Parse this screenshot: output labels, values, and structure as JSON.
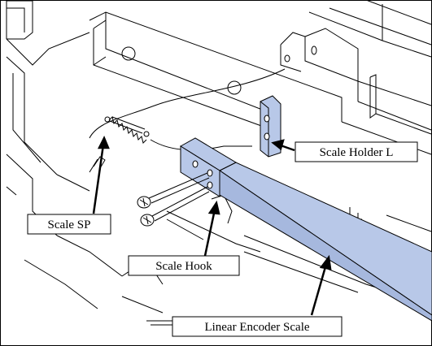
{
  "labels": {
    "scale_holder_l": "Scale Holder L",
    "scale_sp": "Scale SP",
    "scale_hook": "Scale Hook",
    "linear_encoder_scale": "Linear Encoder Scale"
  },
  "colors": {
    "scale_fill": "#b8c8e8",
    "bracket_fill": "#b8c8e8",
    "line": "#000000",
    "background": "#ffffff"
  }
}
